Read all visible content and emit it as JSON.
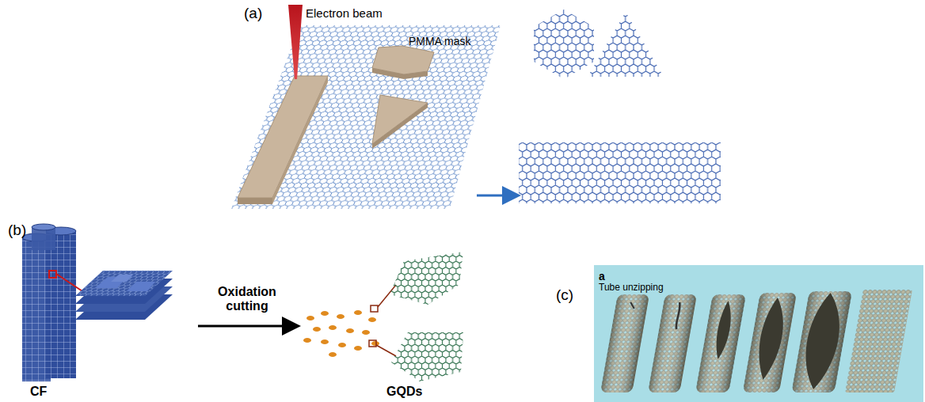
{
  "diagram": {
    "nodes": [
      {
        "text": [
          "a",
          "Tube unzipping"
        ]
      }
    ],
    "labels": [
      "(a)",
      "Electron beam",
      "PMMA mask",
      "(b)",
      "CF",
      "Oxidation cutting",
      "GQDs",
      "(c)"
    ]
  }
}
